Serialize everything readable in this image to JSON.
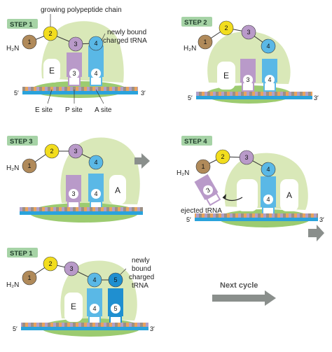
{
  "labels": {
    "growing_chain": "growing polypeptide chain",
    "newly_bound_1": "newly bound",
    "newly_bound_2": "charged tRNA",
    "e_site": "E site",
    "p_site": "P site",
    "a_site": "A site",
    "ejected": "ejected tRNA",
    "nb5_1": "newly",
    "nb5_2": "bound",
    "nb5_3": "charged",
    "nb5_4": "tRNA",
    "next_cycle": "Next cycle",
    "five_prime": "5′",
    "three_prime": "3′",
    "h2n": "H₂N",
    "E": "E",
    "A": "A"
  },
  "panels": [
    {
      "step": "STEP 1",
      "balls": [
        "1",
        "2",
        "3",
        "4"
      ],
      "trnas": [
        "3",
        "4"
      ]
    },
    {
      "step": "STEP 2",
      "balls": [
        "1",
        "2",
        "3",
        "4"
      ],
      "trnas": [
        "3",
        "4"
      ]
    },
    {
      "step": "STEP 3",
      "balls": [
        "1",
        "2",
        "3",
        "4"
      ],
      "trnas": [
        "3",
        "4"
      ]
    },
    {
      "step": "STEP 4",
      "balls": [
        "1",
        "2",
        "3",
        "4"
      ],
      "trnas": [
        "3",
        "4"
      ]
    },
    {
      "step": "STEP 1",
      "balls": [
        "1",
        "2",
        "3",
        "4",
        "5"
      ],
      "trnas": [
        "4",
        "5"
      ]
    }
  ],
  "colors": {
    "ribosome_light": "#d9e8b8",
    "ribosome_dark": "#9ccb70",
    "mrna": "#2aa3dc",
    "aa1": "#b08a5a",
    "aa2": "#f2dd1e",
    "aa3": "#b99ac9",
    "aa4": "#5ab8e6",
    "aa5": "#1f8fd0",
    "trna3": "#b99ac9",
    "trna4": "#5ab8e6",
    "trna5": "#1f8fd0",
    "arrow": "#8a8f8c"
  }
}
